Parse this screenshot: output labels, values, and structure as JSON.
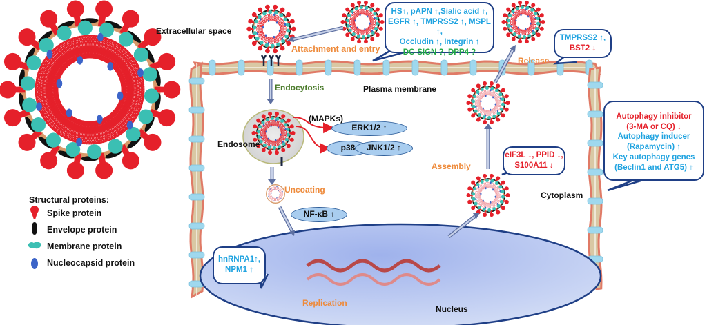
{
  "labels": {
    "extracellular": "Extracellular space",
    "attachment": "Attachment and entry",
    "endocytosis": "Endocytosis",
    "plasma_membrane": "Plasma membrane",
    "endosome": "Endosome",
    "mapks": "(MAPKs)",
    "uncoating": "Uncoating",
    "release": "Release",
    "assembly": "Assembly",
    "cytoplasm": "Cytoplasm",
    "replication": "Replication",
    "nucleus": "Nucleus"
  },
  "pills": {
    "erk": "ERK1/2 ↑",
    "p38": "p38",
    "jnk": "JNK1/2 ↑",
    "nfkb": "NF-κB ↑"
  },
  "callouts": {
    "entry": {
      "lines": [
        {
          "text": "HS↑, pAPN ↑,Sialic acid ↑,",
          "color": "blue"
        },
        {
          "text": "EGFR ↑, TMPRSS2 ↑, MSPL ↑,",
          "color": "blue"
        },
        {
          "text": "Occludin ↑, Integrin ↑",
          "color": "blue"
        },
        {
          "text": "DC-SIGN ?, DPP4 ?",
          "color": "green"
        }
      ]
    },
    "release": {
      "lines": [
        {
          "text": "TMPRSS2 ↑,",
          "color": "blue"
        },
        {
          "text": "BST2 ↓",
          "color": "red"
        }
      ]
    },
    "assembly": {
      "lines": [
        {
          "text": "eIF3L ↓, PPID ↓,",
          "color": "red"
        },
        {
          "text": "S100A11 ↓",
          "color": "red"
        }
      ]
    },
    "autophagy": {
      "lines": [
        {
          "text": "Autophagy inhibitor",
          "color": "red"
        },
        {
          "text": "(3-MA or CQ) ↓",
          "color": "red"
        },
        {
          "text": "Autophagy inducer",
          "color": "blue"
        },
        {
          "text": "(Rapamycin) ↑",
          "color": "blue"
        },
        {
          "text": "Key autophagy genes",
          "color": "blue"
        },
        {
          "text": "(Beclin1 and ATG5) ↑",
          "color": "blue"
        }
      ]
    },
    "replication": {
      "lines": [
        {
          "text": "hnRNPA1↑,",
          "color": "blue"
        },
        {
          "text": "NPM1 ↑",
          "color": "blue"
        }
      ]
    }
  },
  "legend": {
    "title": "Structural proteins:",
    "items": [
      {
        "icon": "spike-protein-icon",
        "label": "Spike protein"
      },
      {
        "icon": "envelope-protein-icon",
        "label": "Envelope protein"
      },
      {
        "icon": "membrane-protein-icon",
        "label": "Membrane protein"
      },
      {
        "icon": "nucleocapsid-protein-icon",
        "label": "Nucleocapsid protein"
      }
    ]
  },
  "colors": {
    "spike": "#e5202a",
    "envelope": "#111111",
    "membrane_protein": "#3bbfb3",
    "nucleocapsid": "#3c64c8",
    "rna": "#e5202a",
    "membrane_lipid": "#e07a66",
    "channel": "#9fd8ee",
    "nucleus": "#aabbe8",
    "callout_border": "#1f3f86"
  }
}
